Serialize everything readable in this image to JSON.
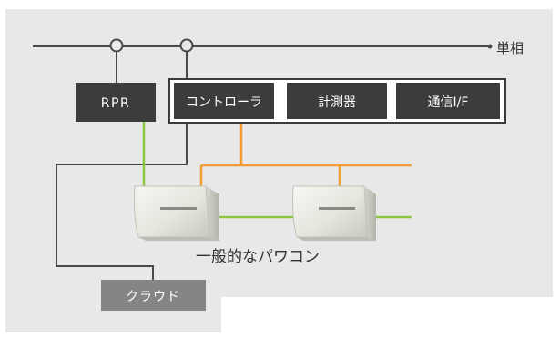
{
  "colors": {
    "background": "#e8e8e8",
    "dark_box": "#3c3c3c",
    "gray_box": "#858585",
    "wire": "#4a4a4a",
    "green_line": "#8cc63f",
    "orange_line": "#f39c34"
  },
  "labels": {
    "phase": "単相",
    "rpr": "RPR",
    "controller": "コントローラ",
    "meter": "計測器",
    "comm": "通信I/F",
    "pcs_caption": "一般的なパワコン",
    "cloud": "クラウド"
  }
}
